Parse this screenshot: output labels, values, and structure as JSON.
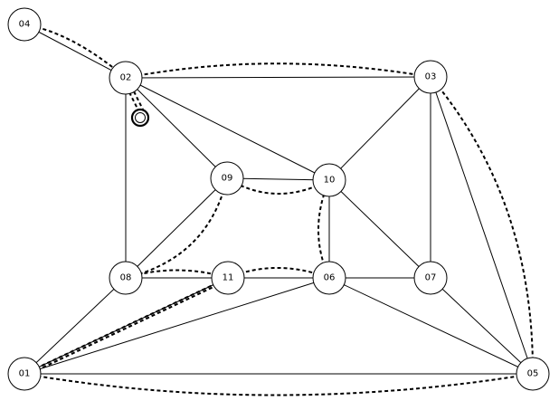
{
  "graph": {
    "nodes": [
      {
        "id": "01",
        "label": "01"
      },
      {
        "id": "02",
        "label": "02"
      },
      {
        "id": "03",
        "label": "03"
      },
      {
        "id": "04",
        "label": "04"
      },
      {
        "id": "05",
        "label": "05"
      },
      {
        "id": "06",
        "label": "06"
      },
      {
        "id": "07",
        "label": "07"
      },
      {
        "id": "08",
        "label": "08"
      },
      {
        "id": "09",
        "label": "09"
      },
      {
        "id": "10",
        "label": "10"
      },
      {
        "id": "11",
        "label": "11"
      }
    ],
    "edges": [
      {
        "from": "04",
        "to": "02"
      },
      {
        "from": "02",
        "to": "03"
      },
      {
        "from": "02",
        "to": "08"
      },
      {
        "from": "02",
        "to": "09"
      },
      {
        "from": "02",
        "to": "10"
      },
      {
        "from": "03",
        "to": "10"
      },
      {
        "from": "03",
        "to": "07"
      },
      {
        "from": "03",
        "to": "05"
      },
      {
        "from": "09",
        "to": "10"
      },
      {
        "from": "09",
        "to": "08"
      },
      {
        "from": "10",
        "to": "06"
      },
      {
        "from": "10",
        "to": "07"
      },
      {
        "from": "08",
        "to": "11"
      },
      {
        "from": "11",
        "to": "06"
      },
      {
        "from": "06",
        "to": "07"
      },
      {
        "from": "08",
        "to": "01"
      },
      {
        "from": "11",
        "to": "01"
      },
      {
        "from": "06",
        "to": "01"
      },
      {
        "from": "06",
        "to": "05"
      },
      {
        "from": "07",
        "to": "05"
      },
      {
        "from": "01",
        "to": "05"
      }
    ],
    "path": [
      {
        "from": "04",
        "to": "02"
      },
      {
        "from": "02",
        "to": "03"
      },
      {
        "from": "03",
        "to": "05"
      },
      {
        "from": "05",
        "to": "01"
      },
      {
        "from": "01",
        "to": "11"
      },
      {
        "from": "11",
        "to": "06"
      },
      {
        "from": "06",
        "to": "10"
      },
      {
        "from": "10",
        "to": "09"
      },
      {
        "from": "09",
        "to": "08"
      },
      {
        "from": "08",
        "to": "11"
      },
      {
        "from": "01",
        "to": "11"
      },
      {
        "from": "02",
        "to": "marker"
      }
    ],
    "marker": {
      "near": "02"
    }
  }
}
